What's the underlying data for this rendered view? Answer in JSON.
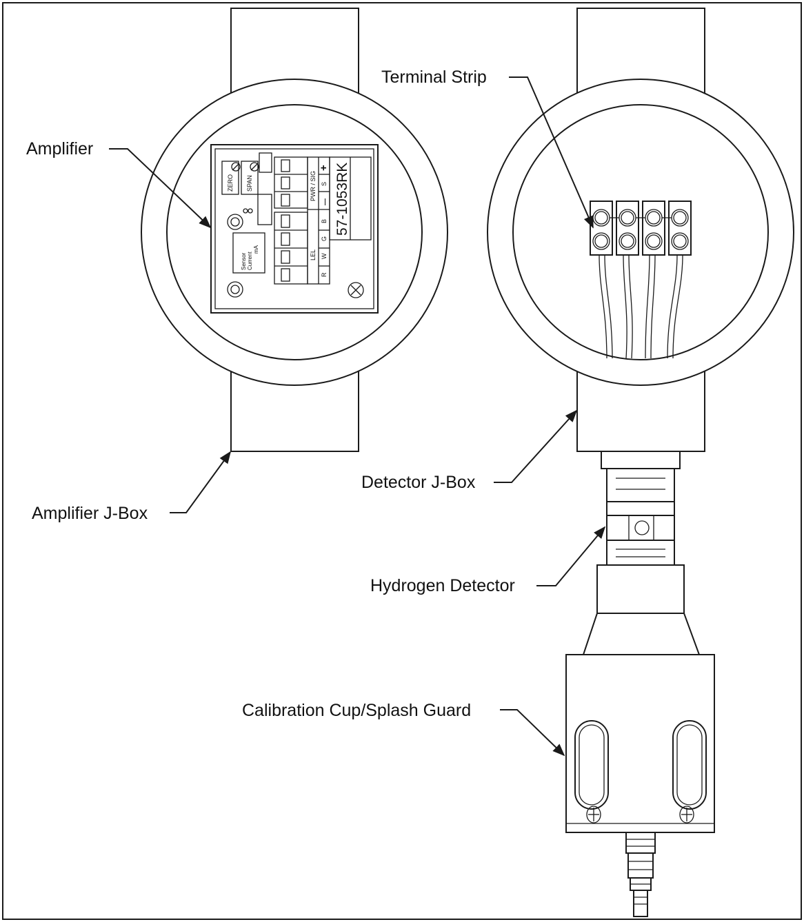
{
  "labels": {
    "amplifier": "Amplifier",
    "amplifier_jbox": "Amplifier J-Box",
    "terminal_strip": "Terminal Strip",
    "detector_jbox": "Detector J-Box",
    "hydrogen_detector": "Hydrogen Detector",
    "calibration_cup": "Calibration Cup/Splash Guard"
  },
  "board": {
    "part_number": "57-1053RK",
    "zero": "ZERO",
    "span": "SPAN",
    "pwr_sig": "PWR / SIG",
    "plus": "+",
    "s": "S",
    "minus": "—",
    "b": "B",
    "g": "G",
    "w": "W",
    "r": "R",
    "lel": "LEL",
    "sensor_current": "Sensor",
    "sensor_current_2": "Current",
    "sensor_ma": "mA"
  },
  "colors": {
    "line": "#1a1a1a",
    "background": "#ffffff"
  }
}
